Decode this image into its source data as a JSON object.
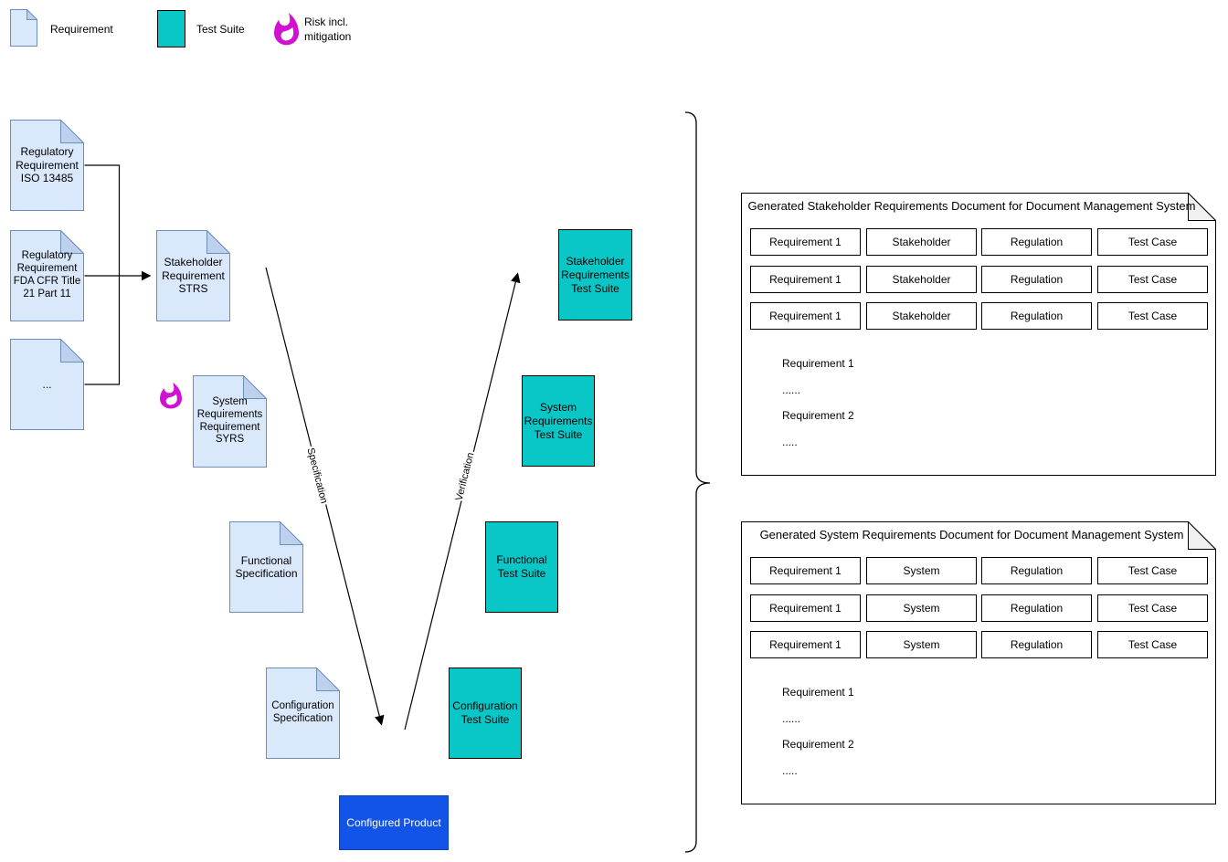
{
  "legend": {
    "requirement_label": "Requirement",
    "test_suite_label": "Test Suite",
    "risk_label": "Risk incl.\nmitigation"
  },
  "diagram": {
    "documents": {
      "iso": "Regulatory\nRequirement\nISO 13485",
      "fda": "Regulatory\nRequirement\nFDA CFR Title\n21 Part 11",
      "more": "...",
      "strs": "Stakeholder\nRequirement\nSTRS",
      "syrs": "System\nRequirements\nRequirement\nSYRS",
      "functional_spec": "Functional\nSpecification",
      "configuration_spec": "Configuration\nSpecification"
    },
    "test_suites": {
      "stakeholder": "Stakeholder\nRequirements\nTest Suite",
      "system": "System\nRequirements\nTest Suite",
      "functional": "Functional\nTest Suite",
      "configuration": "Configuration\nTest Suite"
    },
    "product": "Configured Product",
    "edge_labels": {
      "specification": "Specification",
      "verification": "Verification"
    }
  },
  "panels": [
    {
      "title": "Generated Stakeholder Requirements Document for Document Management System",
      "rows": [
        [
          "Requirement 1",
          "Stakeholder",
          "Regulation",
          "Test Case"
        ],
        [
          "Requirement 1",
          "Stakeholder",
          "Regulation",
          "Test Case"
        ],
        [
          "Requirement 1",
          "Stakeholder",
          "Regulation",
          "Test Case"
        ]
      ],
      "body_lines": [
        "Requirement 1",
        "......",
        "Requirement 2",
        "....."
      ]
    },
    {
      "title": "Generated System Requirements Document for Document Management System",
      "rows": [
        [
          "Requirement 1",
          "System",
          "Regulation",
          "Test Case"
        ],
        [
          "Requirement 1",
          "System",
          "Regulation",
          "Test Case"
        ],
        [
          "Requirement 1",
          "System",
          "Regulation",
          "Test Case"
        ]
      ],
      "body_lines": [
        "Requirement 1",
        "......",
        "Requirement 2",
        "....."
      ]
    }
  ],
  "colors": {
    "document_fill": "#dae8fc",
    "document_stroke": "#6c8ebf",
    "document_fold": "#bdd1ec",
    "test_suite_fill": "#0ac7c7",
    "test_suite_stroke": "#000000",
    "product_fill": "#1254e8",
    "product_text": "#ffffff",
    "risk_flame": "#d111d1",
    "connector": "#000000"
  }
}
